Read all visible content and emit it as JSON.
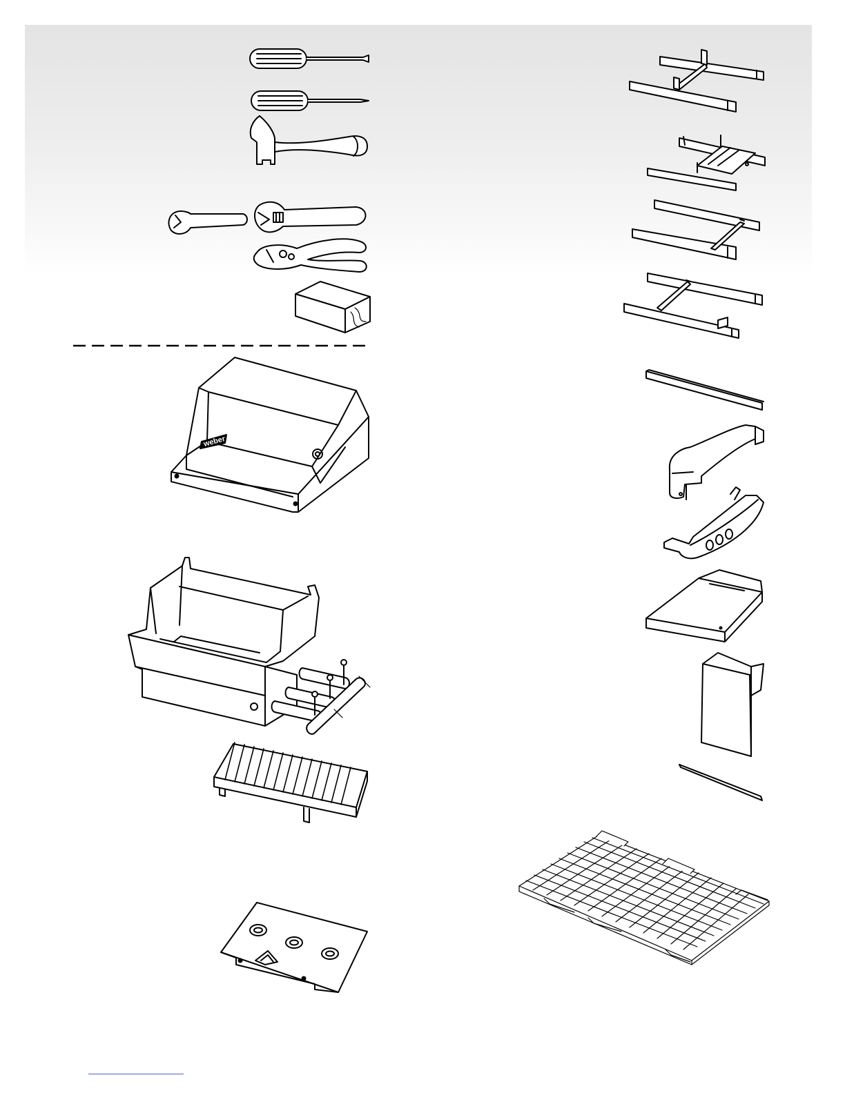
{
  "page": {
    "logo_text": "weber",
    "footer_link_color": "#4a5fd0"
  },
  "tools": [
    {
      "name": "flat-screwdriver"
    },
    {
      "name": "phillips-screwdriver"
    },
    {
      "name": "hammer"
    },
    {
      "name": "open-end-wrench"
    },
    {
      "name": "adjustable-wrench"
    },
    {
      "name": "pliers"
    },
    {
      "name": "wood-block"
    }
  ],
  "parts_left": [
    {
      "name": "grill-lid"
    },
    {
      "name": "cookbox-with-burners"
    },
    {
      "name": "cooking-grate"
    },
    {
      "name": "control-panel"
    }
  ],
  "parts_right": [
    {
      "name": "frame-assembly-1"
    },
    {
      "name": "frame-assembly-2"
    },
    {
      "name": "frame-assembly-3"
    },
    {
      "name": "frame-assembly-4"
    },
    {
      "name": "cross-bar"
    },
    {
      "name": "handle"
    },
    {
      "name": "thermometer-handle"
    },
    {
      "name": "shelf"
    },
    {
      "name": "side-panel"
    },
    {
      "name": "rod"
    },
    {
      "name": "bottom-rack"
    }
  ]
}
